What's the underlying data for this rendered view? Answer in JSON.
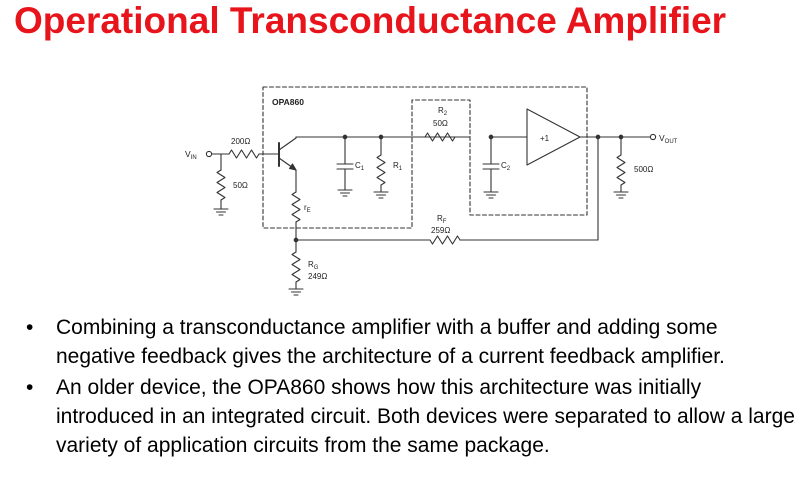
{
  "slide": {
    "title": "Operational Transconductance Amplifier",
    "title_color": "#e8141b"
  },
  "circuit": {
    "chip_label": "OPA860",
    "vin": "V",
    "vin_sub": "IN",
    "vout": "V",
    "vout_sub": "OUT",
    "r_in_value": "200Ω",
    "r_gnd_in_value": "50Ω",
    "re_label": "r",
    "re_sub": "E",
    "c1_label": "C",
    "c1_sub": "1",
    "r1_label": "R",
    "r1_sub": "1",
    "r2_label": "R",
    "r2_sub": "2",
    "r2_value": "50Ω",
    "c2_label": "C",
    "c2_sub": "2",
    "buffer_label": "+1",
    "rload_value": "500Ω",
    "rf_label": "R",
    "rf_sub": "F",
    "rf_value": "259Ω",
    "rg_label": "R",
    "rg_sub": "G",
    "rg_value": "249Ω"
  },
  "bullets": [
    {
      "marker": "•",
      "text": "Combining a transconductance amplifier with a buffer and adding some negative feedback gives the architecture of a current feedback amplifier."
    },
    {
      "marker": "•",
      "text": "An older device, the OPA860 shows how this architecture was initially introduced in an integrated circuit.  Both devices were separated to allow a large variety of application circuits from the same package."
    }
  ]
}
